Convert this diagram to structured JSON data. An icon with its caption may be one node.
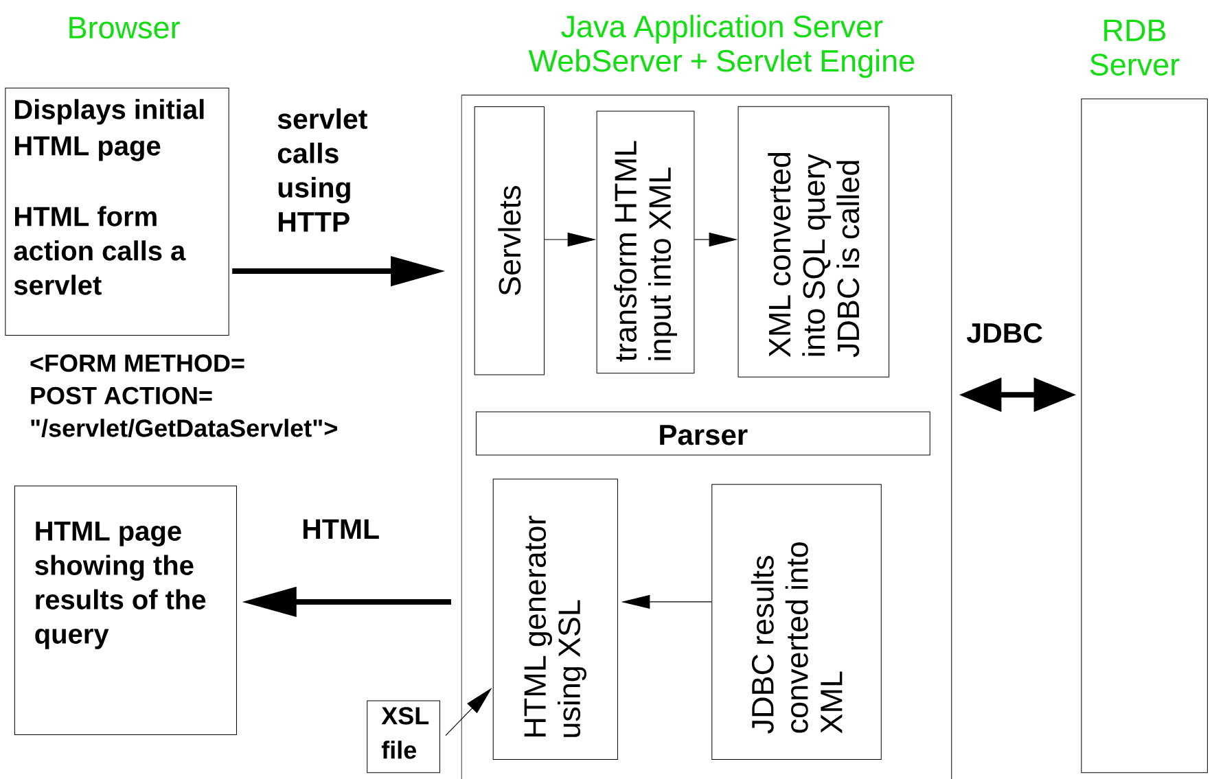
{
  "diagram": {
    "nodes": [
      {
        "text": [
          "Displays initial HTML page",
          "HTML form action calls a servlet"
        ]
      },
      {
        "text": [
          "Java Application Server WebServer + Servlet Engine"
        ]
      },
      {
        "text": [
          "Servlets"
        ],
        "in": 1
      },
      {
        "text": [
          "transform HTML input into XML"
        ],
        "in": 1
      },
      {
        "text": [
          "XML converted into SQL query JDBC is called"
        ],
        "in": 1
      },
      {
        "text": [
          "Parser"
        ],
        "in": 1
      },
      {
        "text": [
          "HTML generator using XSL"
        ],
        "in": 1
      },
      {
        "text": [
          "JDBC results converted into XML"
        ],
        "in": 1
      },
      {
        "text": [
          "RDB Server"
        ]
      },
      {
        "text": [
          "HTML page showing the results of the query"
        ]
      },
      {
        "text": [
          "XSL file"
        ]
      }
    ],
    "edges": [
      {
        "from": 0,
        "to": 1,
        "arrow": "to",
        "label": "servlet calls using HTTP",
        "style": "thick"
      },
      {
        "from": 2,
        "to": 3,
        "arrow": "to"
      },
      {
        "from": 3,
        "to": 4,
        "arrow": "to"
      },
      {
        "from": 1,
        "to": 8,
        "arrow": "both",
        "label": "JDBC",
        "style": "thick"
      },
      {
        "from": 7,
        "to": 6,
        "arrow": "to"
      },
      {
        "from": 1,
        "to": 9,
        "arrow": "to",
        "label": "HTML",
        "style": "thick"
      },
      {
        "from": 10,
        "to": 6,
        "arrow": "to"
      }
    ],
    "labels": [
      "Browser",
      "<FORM METHOD=",
      "POST ACTION=",
      "\"/servlet/GetDataServlet\">"
    ]
  }
}
